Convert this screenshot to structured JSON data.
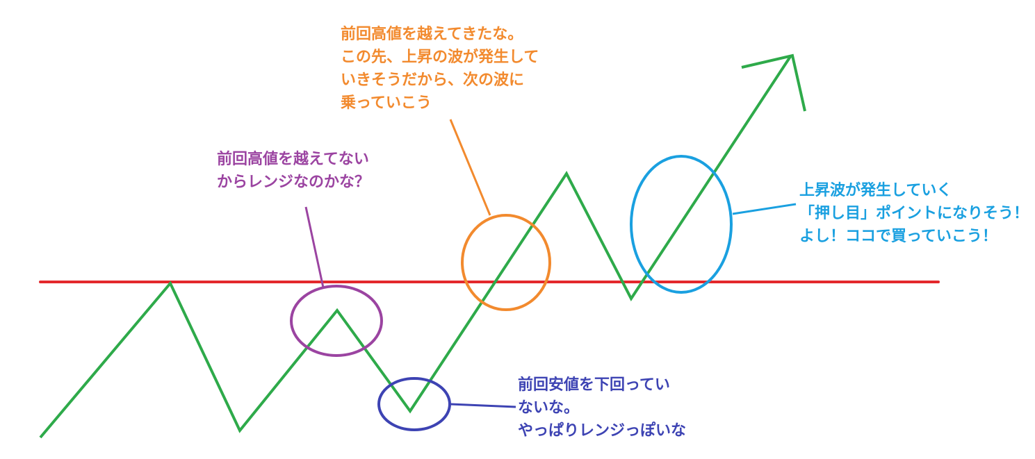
{
  "colors": {
    "price_line": "#2eaa4a",
    "resistance_line": "#e3282c",
    "orange": "#f28a2e",
    "purple": "#9b44a1",
    "blue": "#3d43b3",
    "cyan": "#1aa0e0"
  },
  "annotations": {
    "orange": {
      "lines": [
        "前回高値を越えてきたな。",
        "この先、上昇の波が発生して",
        "いきそうだから、次の波に",
        "乗っていこう"
      ]
    },
    "purple": {
      "lines": [
        "前回高値を越えてない",
        "からレンジなのかな？"
      ]
    },
    "cyan": {
      "lines": [
        "上昇波が発生していく",
        "「押し目」ポイントになりそう！",
        "よし！ココで買っていこう！"
      ]
    },
    "blue": {
      "lines": [
        "前回安値を下回ってい",
        "ないな。",
        "やっぱりレンジっぽいな"
      ]
    }
  }
}
